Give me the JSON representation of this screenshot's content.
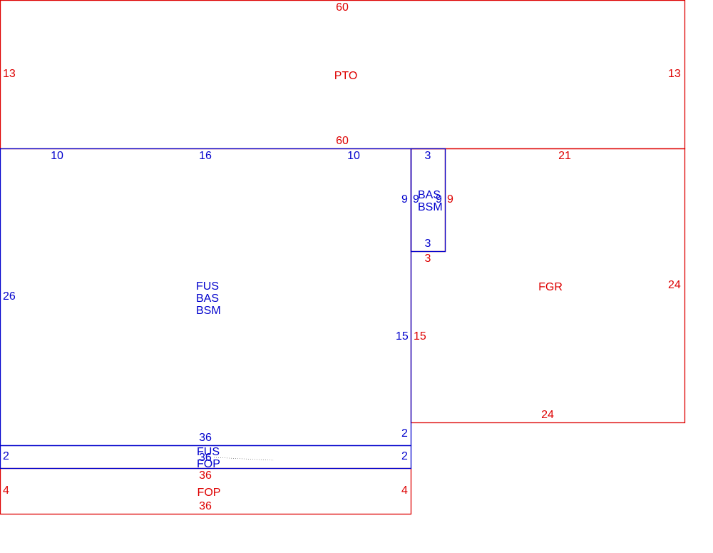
{
  "colors": {
    "red": "#dd0000",
    "blue": "#0000cc"
  },
  "regions": {
    "pto": {
      "name": "PTO",
      "top": "60",
      "bottom": "60",
      "left": "13",
      "right": "13"
    },
    "fus_main": {
      "names": [
        "FUS",
        "BAS",
        "BSM"
      ],
      "top_segments": [
        "10",
        "16",
        "10"
      ],
      "left": "26",
      "right": "15",
      "bottom_right": "2"
    },
    "bas_small": {
      "names": [
        "BAS",
        "BSM"
      ],
      "top": "3",
      "bottom": "3",
      "left": "9",
      "right_inner": "9"
    },
    "bas_small_red": {
      "right": "9",
      "inner": "9",
      "bottom": "3"
    },
    "fgr": {
      "name": "FGR",
      "top": "21",
      "right": "24",
      "bottom": "24",
      "left": "15"
    },
    "fus_strip": {
      "names": [
        "FUS",
        "FOP"
      ],
      "overlap_text": "36",
      "top": "36",
      "left": "2",
      "right": "2"
    },
    "fop": {
      "name": "FOP",
      "top": "36",
      "bottom": "36",
      "left": "4",
      "right": "4"
    }
  }
}
